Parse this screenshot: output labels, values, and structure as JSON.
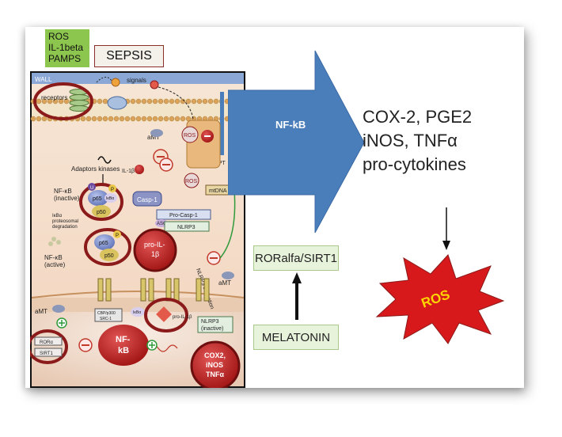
{
  "header": {
    "triggers": [
      "ROS",
      "IL-1beta",
      "PAMPS"
    ],
    "sepsis": "SEPSIS"
  },
  "arrow": {
    "label": "NF-kB"
  },
  "outputs": [
    "COX-2, PGE2",
    "iNOS, TNFα",
    "pro-cytokines"
  ],
  "rorbox": "RORalfa/SIRT1",
  "melatonin": "MELATONIN",
  "ros_burst": "ROS",
  "cell": {
    "wall_top": "WALL",
    "receptors": "receptors",
    "signals": "signals",
    "adaptors": "Adaptors kinases",
    "amt_top": "aMT",
    "il1b_small": "IL-1β",
    "ros_mito1": "ROS",
    "ros_mito2": "ROS",
    "mtdna": "mtDNA",
    "mpt": "MPT",
    "nfkb_inactive": "NF-κB\n(inactive)",
    "ikba": "IκBα",
    "u": "U",
    "p": "P",
    "p65": "p65",
    "p50": "p50",
    "degradation": "IκBα\nproteosomal\ndegradation",
    "casp1": "Casp-1",
    "asc": "ASC",
    "procasp1": "Pro-Casp-1",
    "nlrp3": "NLRP3",
    "nfkb_active": "NF-κB\n(active)",
    "proil1b": "pro-IL-\n1β",
    "nlrp3_act": "NLRP3\nactivation",
    "amt_right": "aMT",
    "amt_left": "aMT",
    "cbp": "CBP/p300\nSRC-1",
    "ikba2": "IκBα",
    "proil1b2": "pro-IL-1β",
    "nlrp3_inactive": "NLRP3\n(inactive)",
    "roralpha": "RORα",
    "sirt1": "SIRT1",
    "nfkb_big": "NF-\nkB",
    "cox2_cell": "COX2,\niNOS\nTNFα"
  },
  "colors": {
    "arrow": "#4a7ebb",
    "ros_burst": "#d7191c",
    "ros_text": "#ffd400",
    "dark_red": "#8b1a1a",
    "green_box": "#8dc64e"
  }
}
